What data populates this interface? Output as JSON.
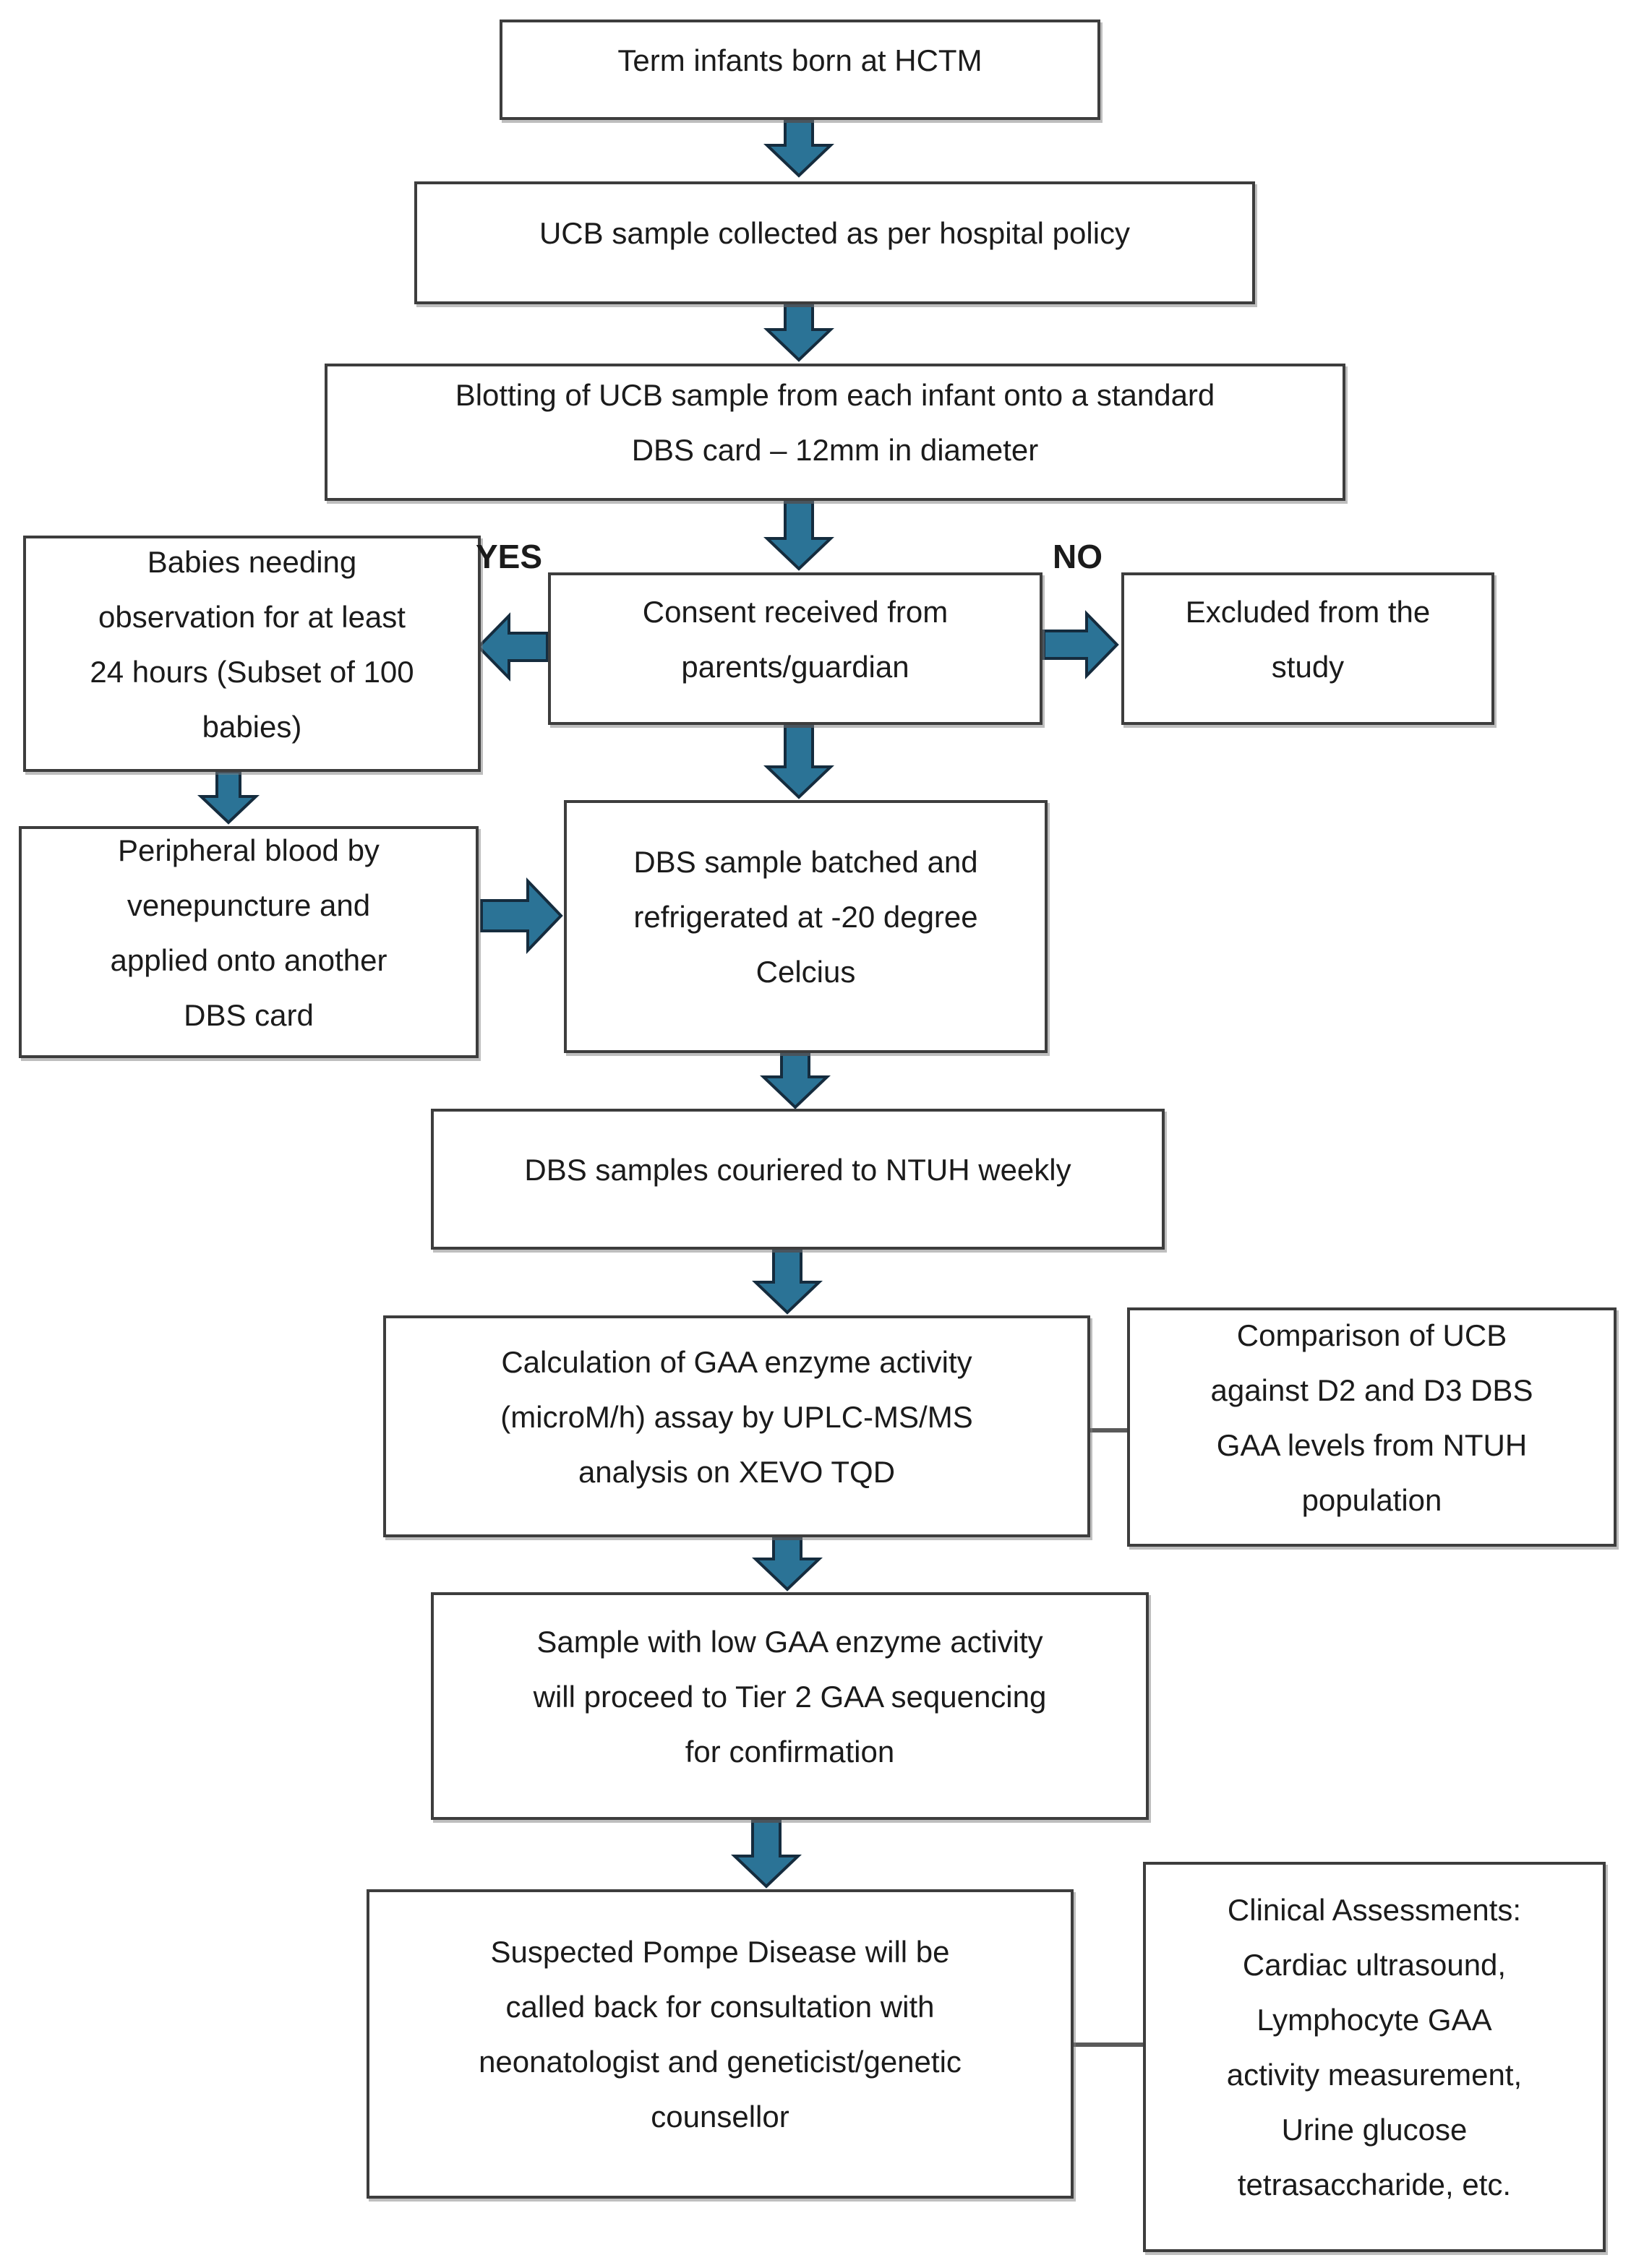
{
  "flowchart": {
    "colors": {
      "background": "#ffffff",
      "box_fill": "#ffffff",
      "box_border": "#3d3d3d",
      "text": "#1b1b1b",
      "arrow_fill": "#2b7396",
      "arrow_stroke": "#152c3e",
      "connector": "#5a5a5a"
    },
    "branch_labels": {
      "yes": "YES",
      "no": "NO"
    },
    "nodes": {
      "term": {
        "lines": [
          "Term infants born at HCTM"
        ]
      },
      "ucb": {
        "lines": [
          "UCB sample  collected as per hospital policy"
        ]
      },
      "blot": {
        "lines": [
          "Blotting of UCB sample from each infant onto a standard",
          "DBS card – 12mm in diameter"
        ]
      },
      "babies": {
        "lines": [
          "Babies needing",
          "observation for at least",
          "24 hours (Subset of 100",
          "babies)"
        ]
      },
      "consent": {
        "lines": [
          "Consent received from",
          "parents/guardian"
        ]
      },
      "excluded": {
        "lines": [
          "Excluded from the",
          "study"
        ]
      },
      "peripheral": {
        "lines": [
          "Peripheral blood by",
          "venepuncture and",
          "applied onto another",
          "DBS card"
        ]
      },
      "batched": {
        "lines": [
          "DBS sample batched and",
          "refrigerated at -20 degree",
          "Celcius"
        ]
      },
      "couriered": {
        "lines": [
          "DBS samples couriered to NTUH weekly"
        ]
      },
      "calculation": {
        "lines": [
          "Calculation of GAA enzyme activity",
          "(microM/h) assay by UPLC-MS/MS",
          "analysis on XEVO TQD"
        ]
      },
      "comparison": {
        "lines": [
          "Comparison of UCB",
          "against D2 and D3 DBS",
          "GAA levels from NTUH",
          "population"
        ]
      },
      "tier2": {
        "lines": [
          "Sample with low GAA enzyme activity",
          "will proceed to Tier 2 GAA sequencing",
          "for confirmation"
        ]
      },
      "pompe": {
        "lines": [
          "Suspected Pompe Disease will be",
          "called back for consultation with",
          "neonatologist and geneticist/genetic",
          "counsellor"
        ]
      },
      "clinical": {
        "lines": [
          "Clinical Assessments:",
          "Cardiac ultrasound,",
          "Lymphocyte GAA",
          "activity measurement,",
          "Urine glucose",
          "tetrasaccharide, etc."
        ]
      }
    }
  }
}
